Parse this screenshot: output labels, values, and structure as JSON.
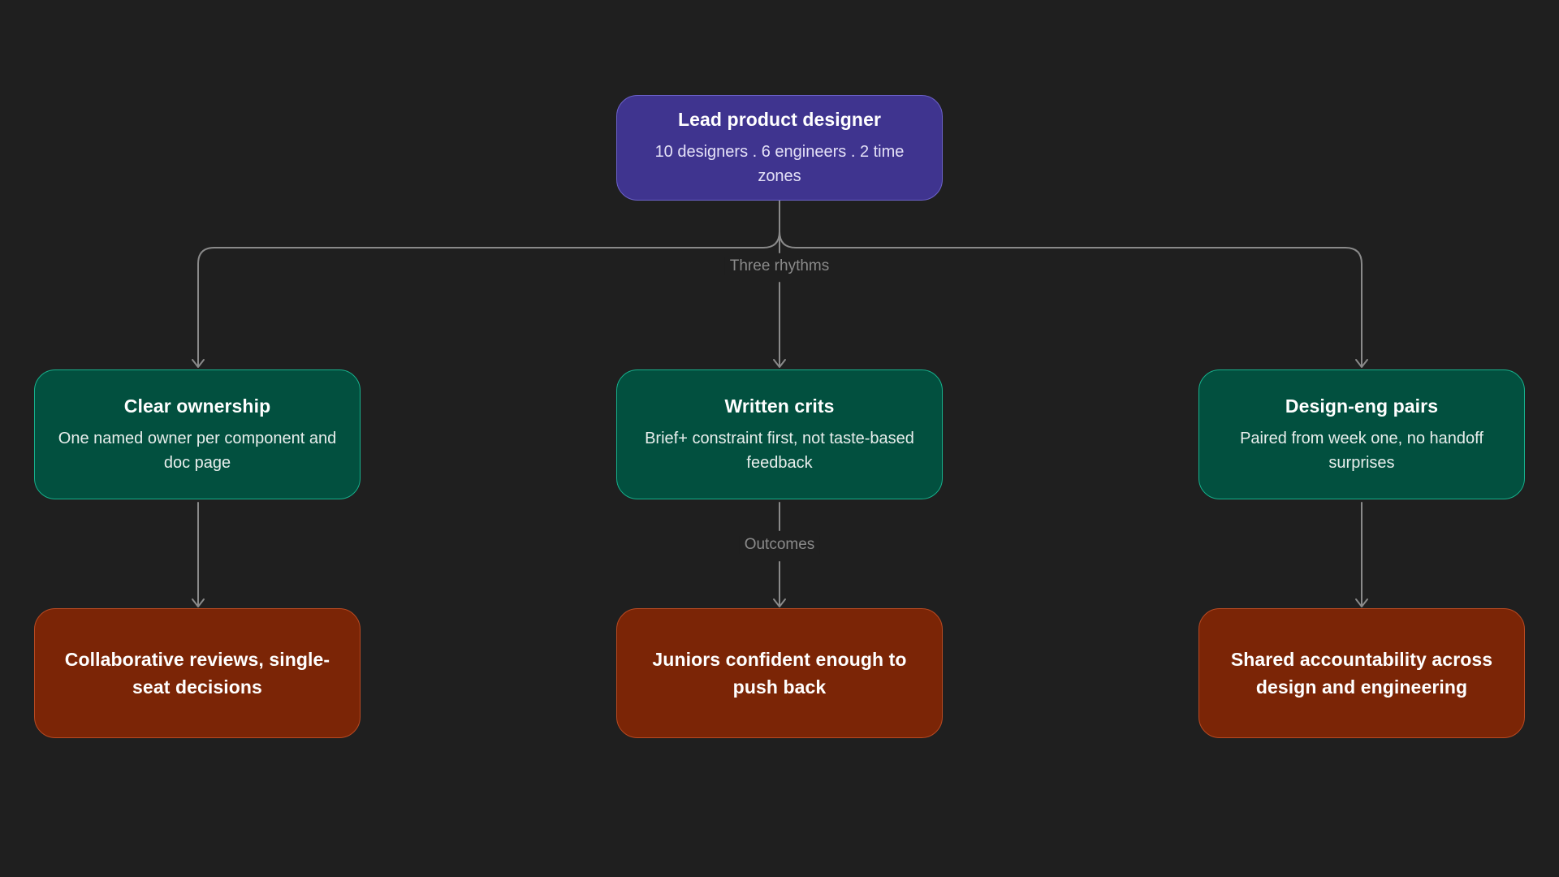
{
  "root": {
    "title": "Lead product designer",
    "subtitle": "10 designers . 6 engineers . 2 time zones"
  },
  "edge_labels": {
    "rhythms": "Three rhythms",
    "outcomes": "Outcomes"
  },
  "rhythms": [
    {
      "title": "Clear ownership",
      "description": "One named owner per component and doc page"
    },
    {
      "title": "Written crits",
      "description": "Brief+ constraint first, not taste-based feedback"
    },
    {
      "title": "Design-eng pairs",
      "description": "Paired from week one, no handoff surprises"
    }
  ],
  "outcomes": [
    {
      "title": "Collaborative reviews, single-seat decisions"
    },
    {
      "title": "Juniors confident enough to push back"
    },
    {
      "title": "Shared accountability across design and engineering"
    }
  ],
  "colors": {
    "background": "#1f1f1f",
    "root_fill": "#3f348f",
    "rhythm_fill": "#02503f",
    "outcome_fill": "#7b2506",
    "connector": "#8a8a8a"
  }
}
